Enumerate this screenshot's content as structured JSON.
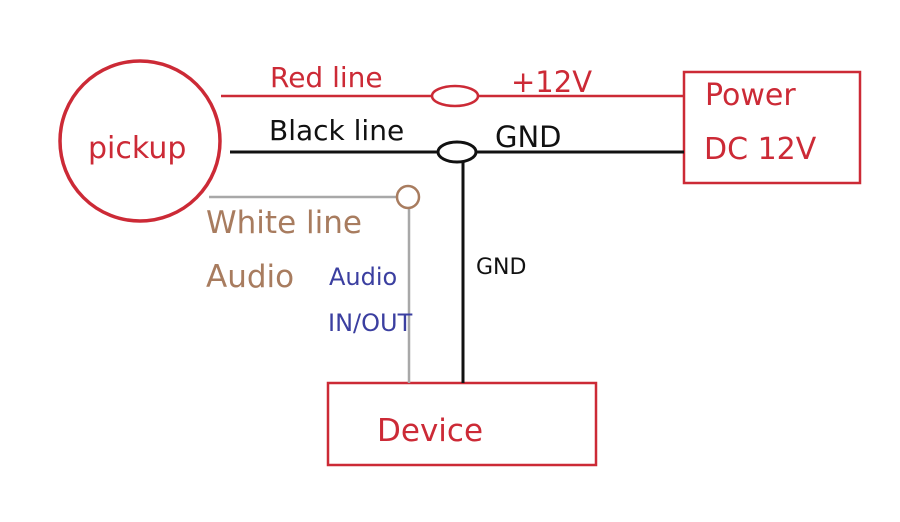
{
  "components": {
    "pickup": {
      "label": "pickup"
    },
    "power": {
      "line1": "Power",
      "line2": "DC 12V"
    },
    "device": {
      "label": "Device"
    }
  },
  "wires": {
    "red": {
      "name": "Red line",
      "signal": "+12V",
      "color": "#cc2a36"
    },
    "black": {
      "name": "Black line",
      "signal": "GND",
      "color": "#111111"
    },
    "white": {
      "name": "White line",
      "signal": "Audio",
      "color": "#a0a0a0"
    }
  },
  "branches": {
    "gnd": {
      "label": "GND"
    },
    "audio": {
      "line1": "Audio",
      "line2": "IN/OUT"
    }
  },
  "colors": {
    "component_outline": "#cc2a36",
    "white_wire_label": "#a87c5f",
    "audio_label": "#3b3fa0"
  }
}
